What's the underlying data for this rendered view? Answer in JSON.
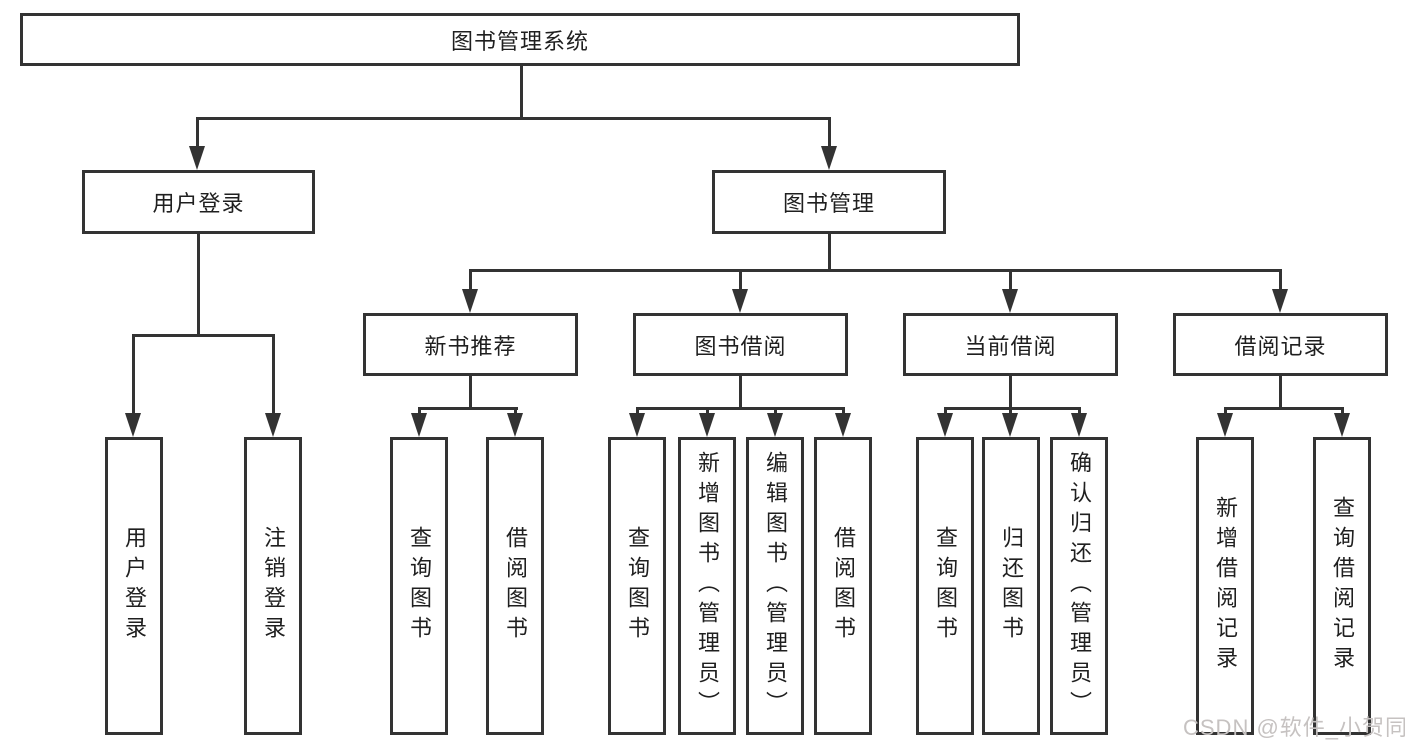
{
  "colors": {
    "line": "#333333",
    "text": "#1f1f1f",
    "watermark": "#c6c2c1",
    "background": "#ffffff"
  },
  "root": {
    "label": "图书管理系统"
  },
  "user_login": {
    "label": "用户登录",
    "children": [
      {
        "label": "用户登录"
      },
      {
        "label": "注销登录"
      }
    ]
  },
  "book_mgmt": {
    "label": "图书管理",
    "sections": [
      {
        "label": "新书推荐",
        "children": [
          {
            "label": "查询图书"
          },
          {
            "label": "借阅图书"
          }
        ]
      },
      {
        "label": "图书借阅",
        "children": [
          {
            "label": "查询图书"
          },
          {
            "label": "新增图书（管理员）"
          },
          {
            "label": "编辑图书（管理员）"
          },
          {
            "label": "借阅图书"
          }
        ]
      },
      {
        "label": "当前借阅",
        "children": [
          {
            "label": "查询图书"
          },
          {
            "label": "归还图书"
          },
          {
            "label": "确认归还（管理员）"
          }
        ]
      },
      {
        "label": "借阅记录",
        "children": [
          {
            "label": "新增借阅记录"
          },
          {
            "label": "查询借阅记录"
          }
        ]
      }
    ]
  },
  "watermark": "CSDN @软件_小贺同学"
}
